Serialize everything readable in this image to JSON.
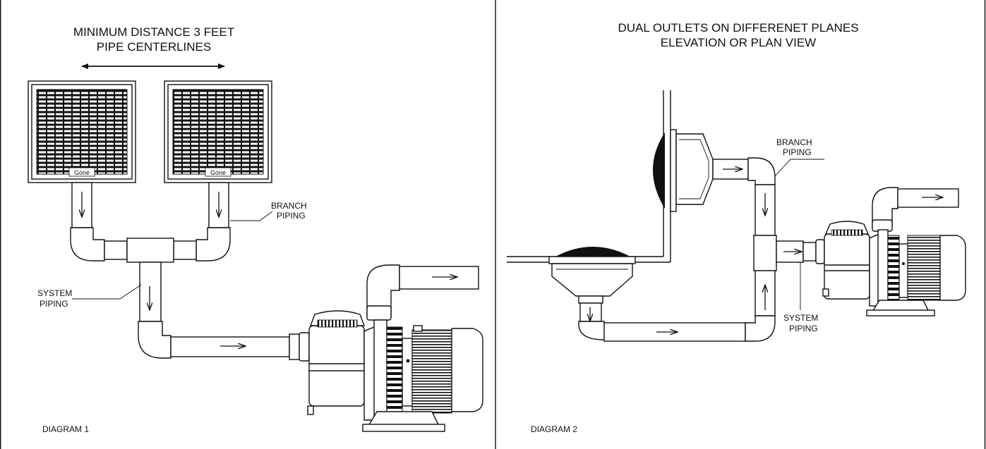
{
  "diagram1": {
    "title_line1": "MINIMUM DISTANCE 3 FEET",
    "title_line2": "PIPE CENTERLINES",
    "branch_line1": "BRANCH",
    "branch_line2": "PIPING",
    "system_line1": "SYSTEM",
    "system_line2": "PIPING",
    "caption": "DIAGRAM 1",
    "grate_logo": "Gone"
  },
  "diagram2": {
    "title_line1": "DUAL OUTLETS ON DIFFERENET PLANES",
    "title_line2": "ELEVATION OR PLAN VIEW",
    "branch_line1": "BRANCH",
    "branch_line2": "PIPING",
    "system_line1": "SYSTEM",
    "system_line2": "PIPING",
    "caption": "DIAGRAM 2"
  }
}
